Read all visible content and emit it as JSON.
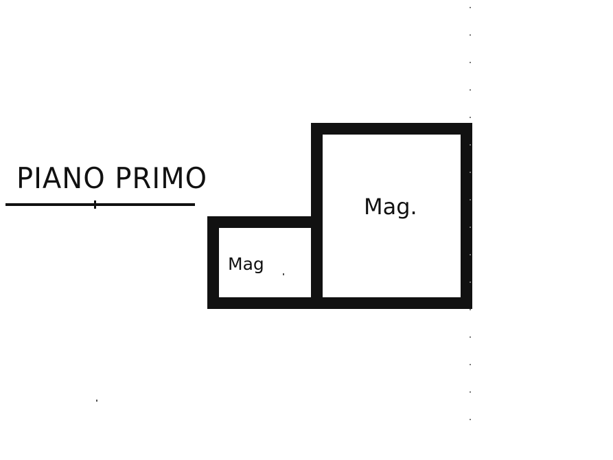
{
  "floor": {
    "title": "PIANO PRIMO"
  },
  "rooms": {
    "small": {
      "label": "Mag"
    },
    "large": {
      "label": "Mag."
    }
  },
  "colors": {
    "wall": "#111111",
    "background": "#ffffff"
  }
}
